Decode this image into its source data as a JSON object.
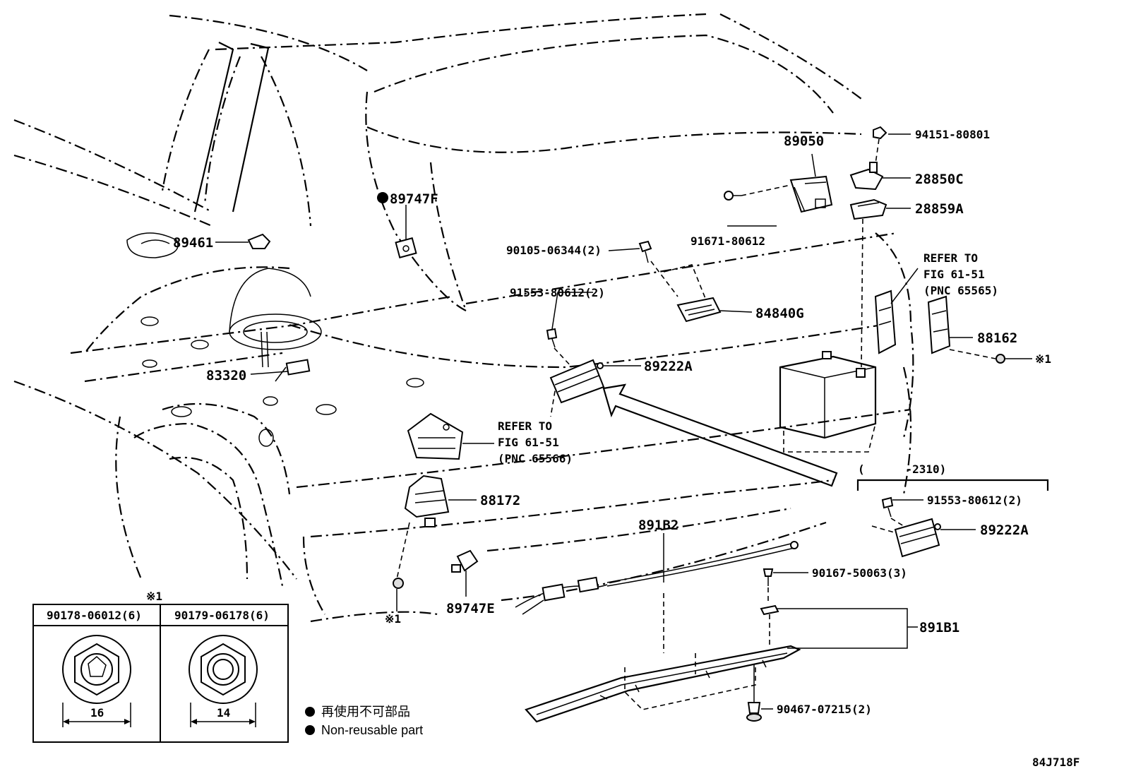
{
  "labels": {
    "p89747F": "89747F",
    "p89461": "89461",
    "p83320": "83320",
    "p90105": "90105-06344(2)",
    "p91553a": "91553-80612(2)",
    "p89050": "89050",
    "p91671": "91671-80612",
    "p94151": "94151-80801",
    "p28850C": "28850C",
    "p28859A": "28859A",
    "p84840G": "84840G",
    "p89222A_main": "89222A",
    "p88162": "88162",
    "p88172": "88172",
    "p891B2": "891B2",
    "p89747E": "89747E",
    "p91553b": "91553-80612(2)",
    "p89222A_inset": "89222A",
    "p90167": "90167-50063(3)",
    "p891B1": "891B1",
    "p90467": "90467-07215(2)",
    "note1_a": "※1",
    "note1_b": "※1",
    "note1_c": "※1"
  },
  "refer_left": {
    "line1": "REFER TO",
    "line2": "FIG 61-51",
    "line3": "(PNC 65566)"
  },
  "refer_right": {
    "line1": "REFER TO",
    "line2": "FIG 61-51",
    "line3": "(PNC 65565)"
  },
  "variant_range": "(      -2310)",
  "nut_table": {
    "header_left": "90178-06012(6)",
    "header_right": "90179-06178(6)",
    "dim_left": "16",
    "dim_right": "14"
  },
  "legend": {
    "japanese": "再使用不可部品",
    "english": "Non-reusable part"
  },
  "figure_id": "84J718F"
}
